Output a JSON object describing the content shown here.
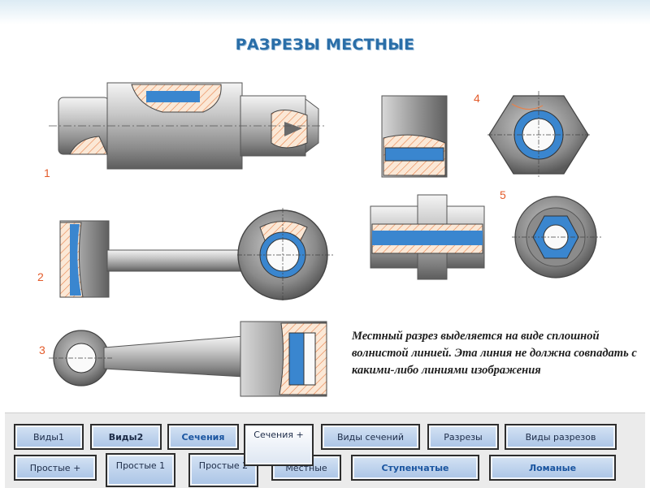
{
  "page": {
    "title": "РАЗРЕЗЫ МЕСТНЫЕ",
    "description": "Местный разрез выделяется на виде сплошной волнистой линией. Эта линия не должна совпадать с какими-либо линиями изображения"
  },
  "figure_numbers": [
    "1",
    "2",
    "3",
    "4",
    "5"
  ],
  "navigation": {
    "row1": [
      "Виды1",
      "Виды2",
      "Сечения",
      "Сечения +",
      "Виды сечений",
      "Разрезы",
      "Виды разрезов"
    ],
    "row2": [
      "Простые +",
      "Простые 1",
      "Простые 2",
      "Местные",
      "Ступенчатые",
      "Ломаные"
    ]
  },
  "colors": {
    "title": "#2a6ea8",
    "figure_number": "#e35b2a",
    "section_fill": "#3a86cf",
    "hatch": "#e8814a",
    "button_fill": "#b8cfee"
  }
}
